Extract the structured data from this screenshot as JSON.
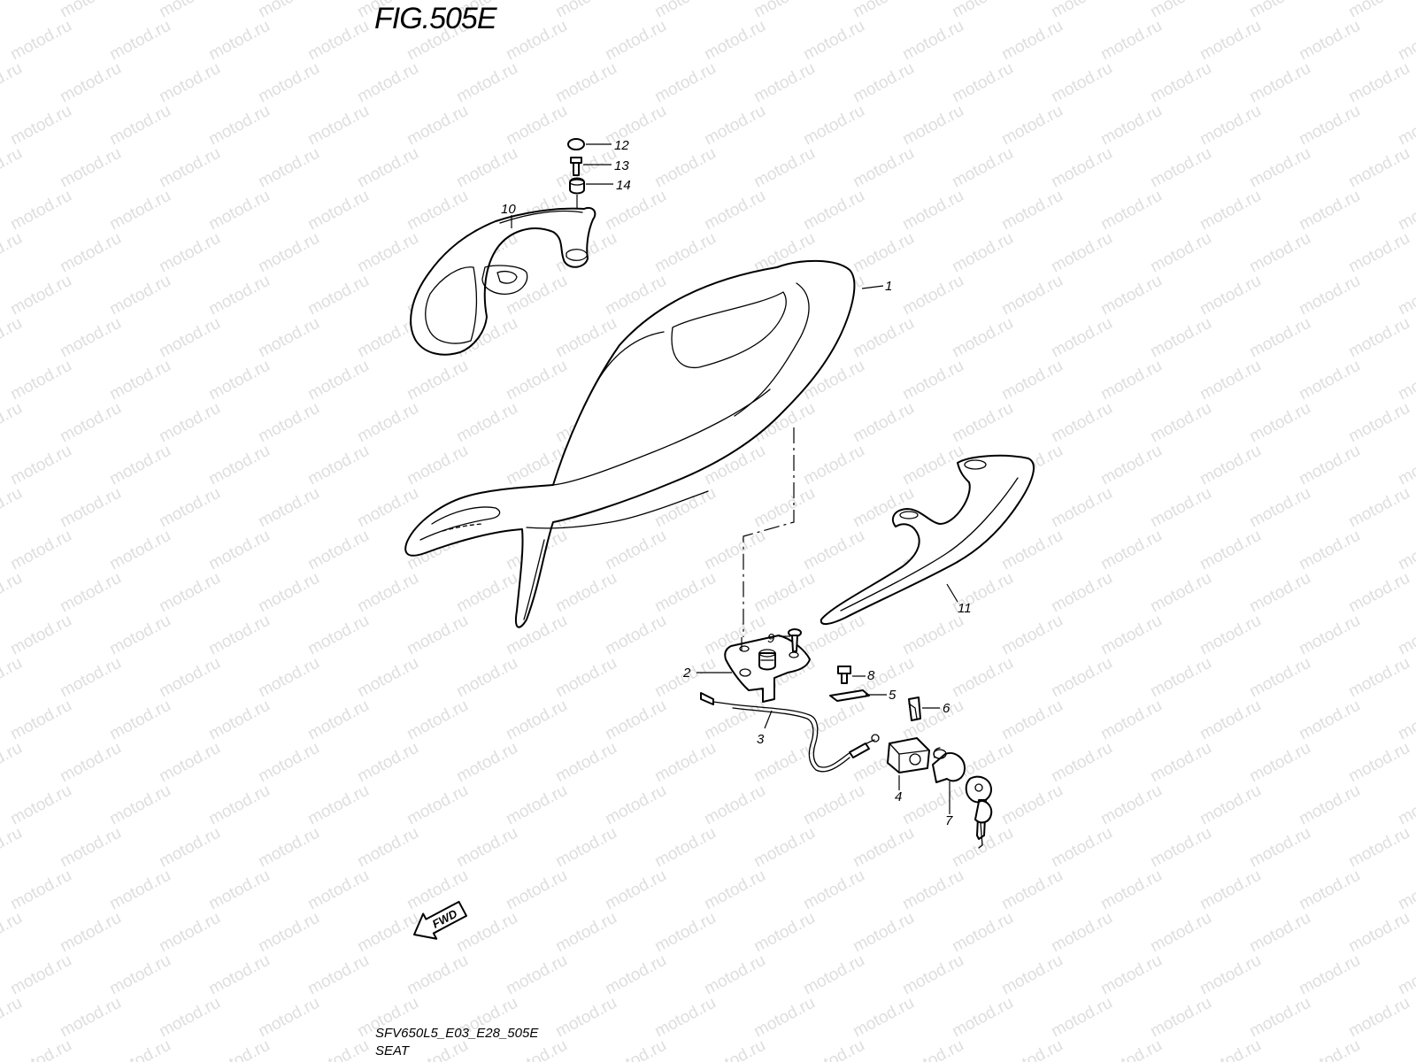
{
  "figure": {
    "title": "FIG.505E",
    "model_code": "SFV650L5_E03_E28_505E",
    "section_name": "SEAT",
    "watermark_text": "motod.ru",
    "fwd_label": "FWD"
  },
  "callouts": [
    {
      "id": "1",
      "label": "1"
    },
    {
      "id": "2",
      "label": "2"
    },
    {
      "id": "3",
      "label": "3"
    },
    {
      "id": "4",
      "label": "4"
    },
    {
      "id": "5",
      "label": "5"
    },
    {
      "id": "6",
      "label": "6"
    },
    {
      "id": "7",
      "label": "7"
    },
    {
      "id": "8",
      "label": "8"
    },
    {
      "id": "9",
      "label": "9"
    },
    {
      "id": "10",
      "label": "10"
    },
    {
      "id": "11",
      "label": "11"
    },
    {
      "id": "12",
      "label": "12"
    },
    {
      "id": "13",
      "label": "13"
    },
    {
      "id": "14",
      "label": "14"
    }
  ],
  "icons": {
    "fwd_arrow": "fwd-arrow-icon"
  }
}
